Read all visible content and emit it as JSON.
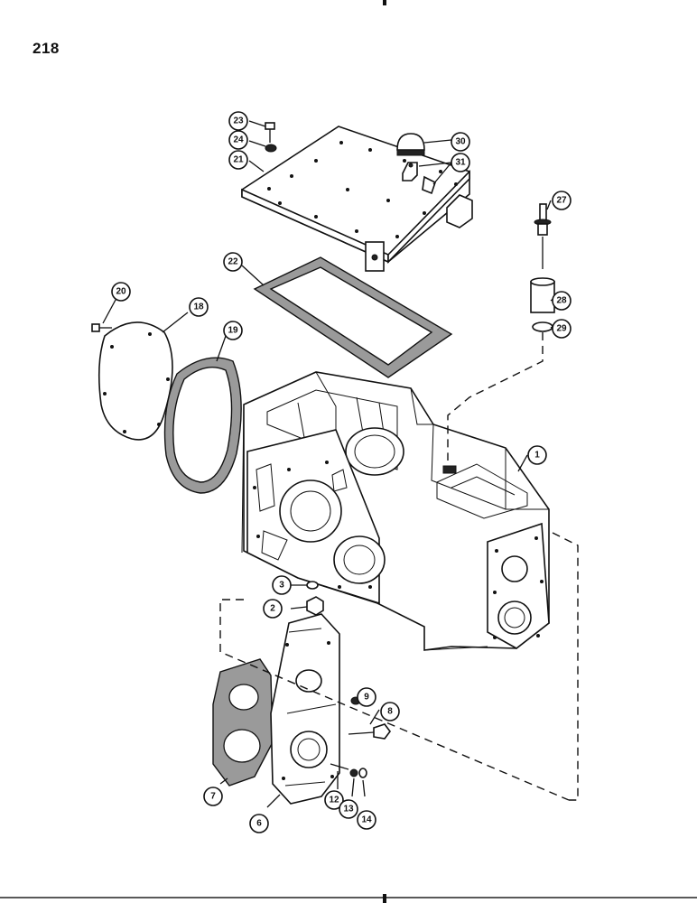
{
  "page": {
    "number": "218"
  },
  "callouts": [
    {
      "id": "c1",
      "label": "1"
    },
    {
      "id": "c2",
      "label": "2"
    },
    {
      "id": "c3",
      "label": "3"
    },
    {
      "id": "c6",
      "label": "6"
    },
    {
      "id": "c7",
      "label": "7"
    },
    {
      "id": "c8",
      "label": "8"
    },
    {
      "id": "c9",
      "label": "9"
    },
    {
      "id": "c12",
      "label": "12"
    },
    {
      "id": "c13",
      "label": "13"
    },
    {
      "id": "c14",
      "label": "14"
    },
    {
      "id": "c18",
      "label": "18"
    },
    {
      "id": "c19",
      "label": "19"
    },
    {
      "id": "c20",
      "label": "20"
    },
    {
      "id": "c21",
      "label": "21"
    },
    {
      "id": "c22",
      "label": "22"
    },
    {
      "id": "c23",
      "label": "23"
    },
    {
      "id": "c24",
      "label": "24"
    },
    {
      "id": "c27",
      "label": "27"
    },
    {
      "id": "c28",
      "label": "28"
    },
    {
      "id": "c29",
      "label": "29"
    },
    {
      "id": "c30",
      "label": "30"
    },
    {
      "id": "c31",
      "label": "31"
    }
  ]
}
